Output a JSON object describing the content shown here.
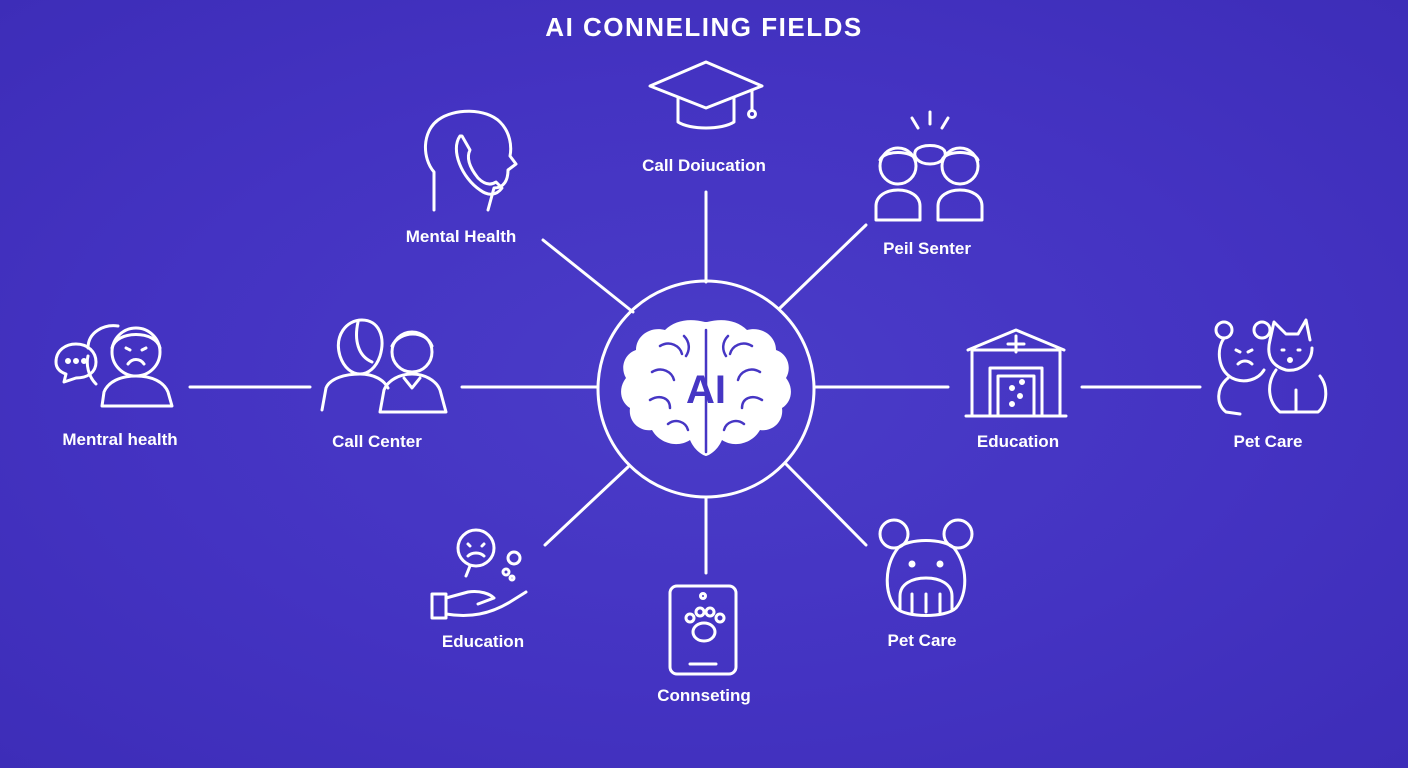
{
  "title": "AI CONNELING FIELDS",
  "center": {
    "label": "AI",
    "icon": "brain-icon"
  },
  "nodes": [
    {
      "id": "call-education",
      "label": "Call Doiucation",
      "icon": "graduation-cap-icon"
    },
    {
      "id": "mental-health-phone",
      "label": "Mental Health",
      "icon": "head-phone-icon"
    },
    {
      "id": "peil-senter",
      "label": "Peil Senter",
      "icon": "two-people-talking-icon"
    },
    {
      "id": "call-center",
      "label": "Call Center",
      "icon": "two-people-icon"
    },
    {
      "id": "mentral-health",
      "label": "Mentral health",
      "icon": "sad-person-speech-icon"
    },
    {
      "id": "education-building",
      "label": "Education",
      "icon": "building-cross-icon"
    },
    {
      "id": "pet-care-animals",
      "label": "Pet Care",
      "icon": "dog-cat-icon"
    },
    {
      "id": "education-hand",
      "label": "Education",
      "icon": "hand-sad-face-icon"
    },
    {
      "id": "connseting",
      "label": "Connseting",
      "icon": "tablet-paw-icon"
    },
    {
      "id": "pet-care-bear",
      "label": "Pet Care",
      "icon": "bear-face-icon"
    }
  ],
  "colors": {
    "background": "#4433c2",
    "line": "#ffffff"
  }
}
